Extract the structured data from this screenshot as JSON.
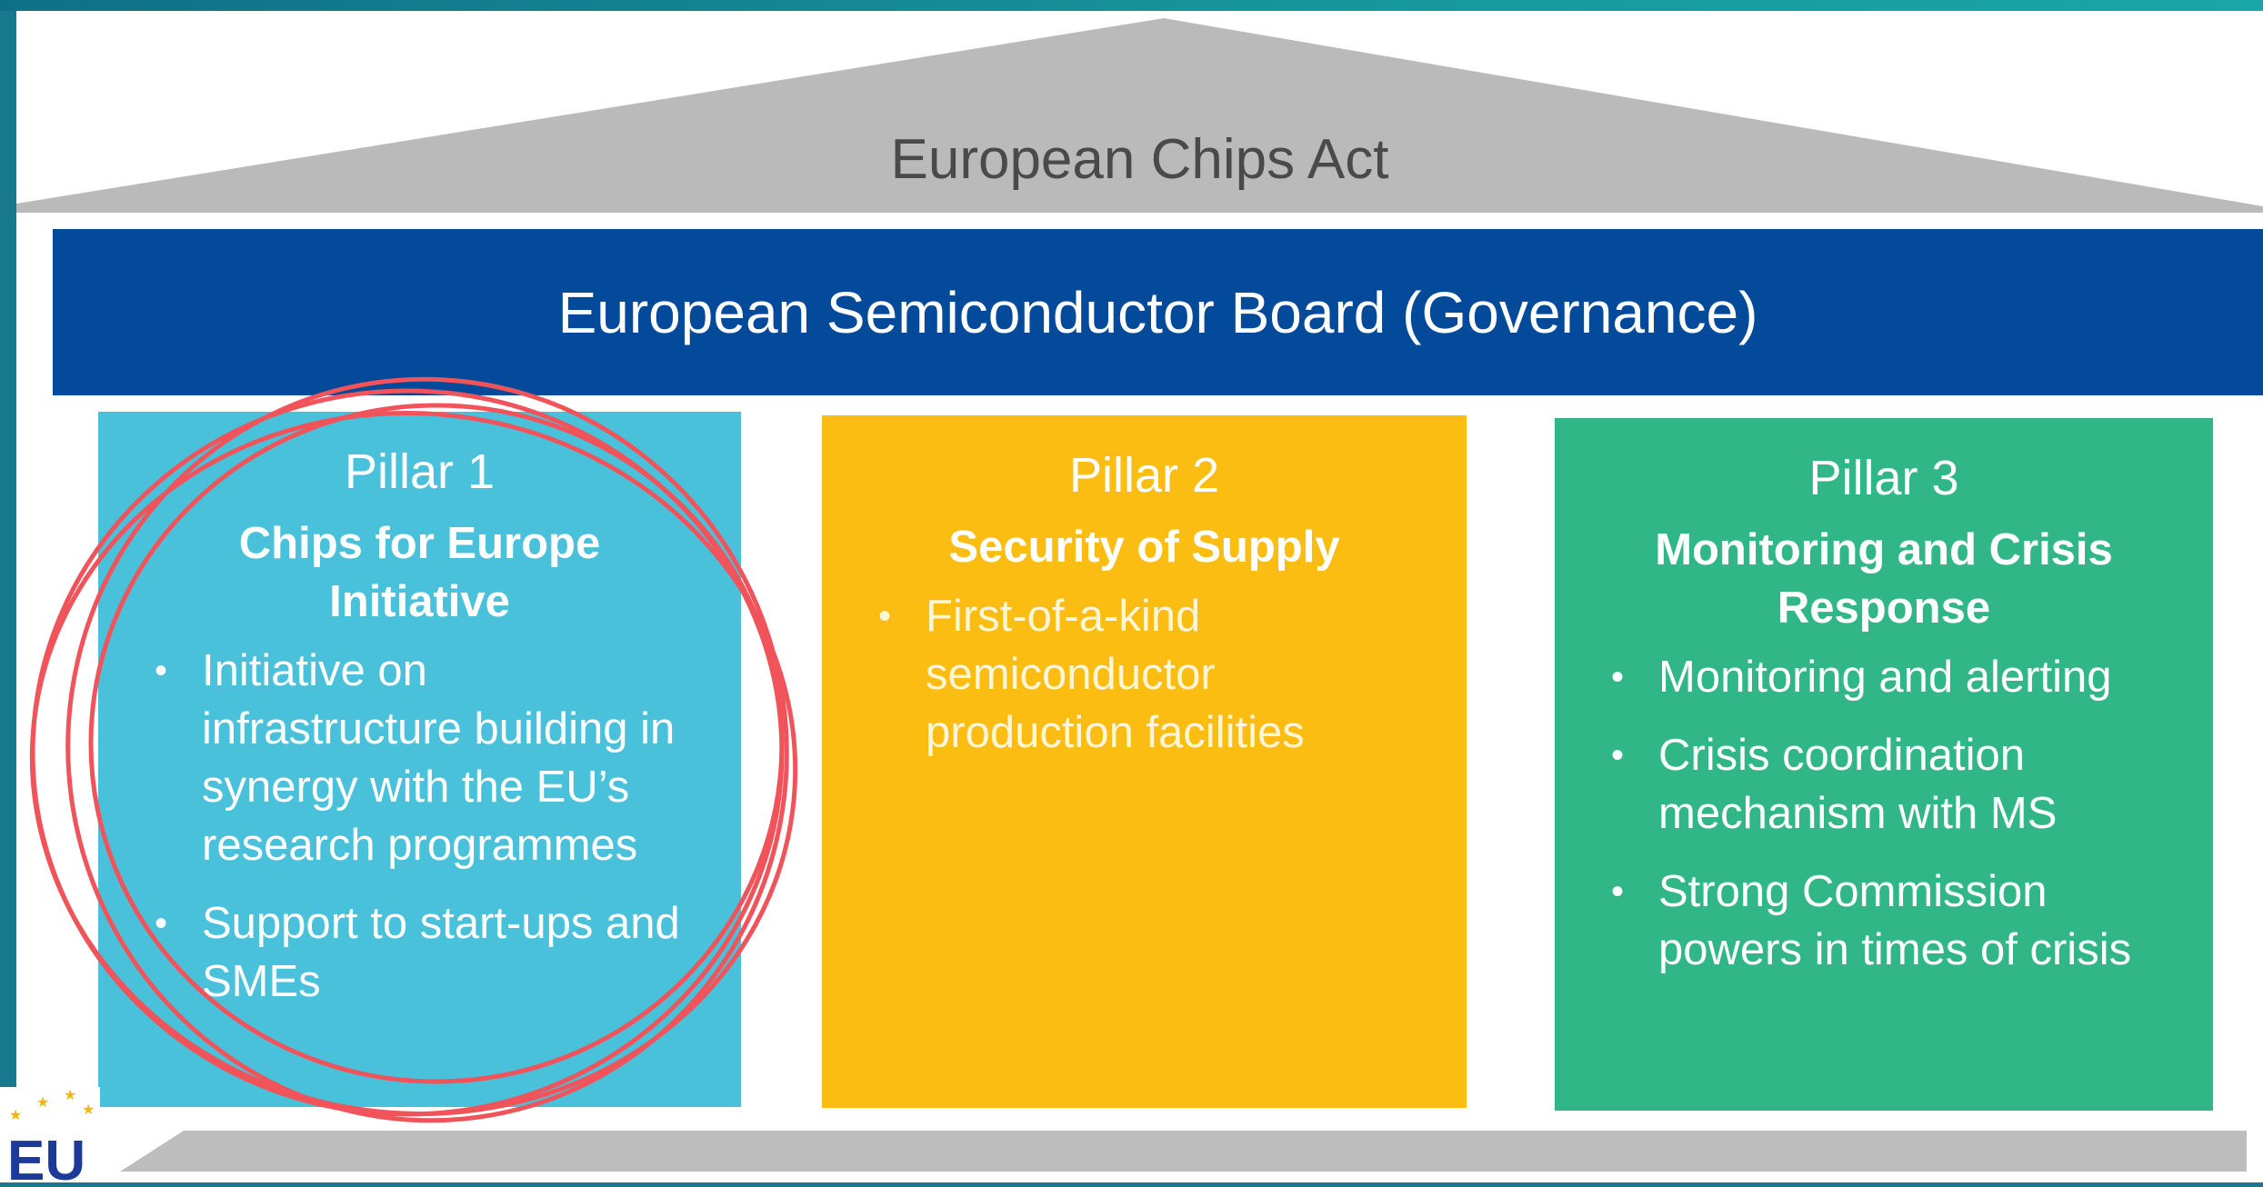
{
  "roof": {
    "title": "European Chips Act"
  },
  "board": {
    "label": "European Semiconductor Board (Governance)"
  },
  "pillars": [
    {
      "title": "Pillar 1",
      "subtitle_line1": "Chips for Europe",
      "subtitle_line2": "Initiative",
      "bullets": [
        {
          "line1": "Initiative on",
          "line2": "infrastructure building in",
          "line3": "synergy with the EU’s",
          "line4": "research programmes"
        },
        {
          "line1": "Support to start-ups and",
          "line2": "SMEs"
        }
      ]
    },
    {
      "title": "Pillar 2",
      "subtitle_line1": "Security of Supply",
      "bullets": [
        {
          "line1": "First-of-a-kind",
          "line2": "semiconductor",
          "line3": "production facilities"
        }
      ]
    },
    {
      "title": "Pillar 3",
      "subtitle_line1": "Monitoring and Crisis",
      "subtitle_line2": "Response",
      "bullets": [
        {
          "line1": "Monitoring and alerting"
        },
        {
          "line1": "Crisis coordination",
          "line2": "mechanism with MS"
        },
        {
          "line1": "Strong Commission",
          "line2": "powers in times of crisis"
        }
      ]
    }
  ],
  "logo": {
    "text": "EU"
  },
  "colors": {
    "frame": "#17788e",
    "roof": "#bababa",
    "board": "#044a9a",
    "pillar1": "#49c1db",
    "pillar2": "#fbbd12",
    "pillar3": "#31b787",
    "annotation": "#f0545a"
  },
  "bullet_glyph": "•"
}
